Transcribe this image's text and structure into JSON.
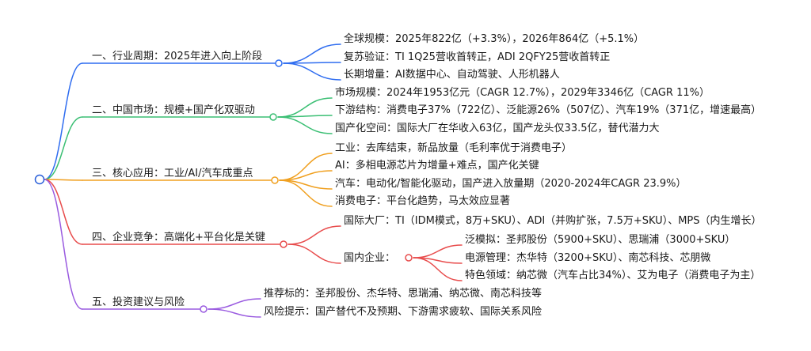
{
  "colors": {
    "root": "#2b5fd9",
    "branch1": "#2f6df0",
    "branch2": "#3bbf74",
    "branch3": "#f0a020",
    "branch4": "#e84c4c",
    "branch5": "#9a5be0"
  },
  "branches": [
    {
      "label": "一、行业周期：2025年进入向上阶段",
      "children": [
        "全球规模：2025年822亿（+3.3%），2026年864亿（+5.1%）",
        "复苏验证：TI 1Q25营收首转正，ADI 2QFY25营收首转正",
        "长期增量：AI数据中心、自动驾驶、人形机器人"
      ]
    },
    {
      "label": "二、中国市场：规模+国产化双驱动",
      "children": [
        "市场规模：2024年1953亿元（CAGR 12.7%），2029年3346亿（CAGR 11%）",
        "下游结构：消费电子37%（722亿）、泛能源26%（507亿）、汽车19%（371亿，增速最高）",
        "国产化空间：国际大厂在华收入63亿，国产龙头仅33.5亿，替代潜力大"
      ]
    },
    {
      "label": "三、核心应用：工业/AI/汽车成重点",
      "children": [
        "工业：去库结束，新品放量（毛利率优于消费电子）",
        "AI：多相电源芯片为增量+难点，国产化关键",
        "汽车：电动化/智能化驱动，国产进入放量期（2020-2024年CAGR 23.9%）",
        "消费电子：平台化趋势，马太效应显著"
      ]
    },
    {
      "label": "四、企业竞争：高端化+平台化是关键",
      "children": [
        "国际大厂：TI（IDM模式，8万+SKU）、ADI（并购扩张，7.5万+SKU）、MPS（内生增长）",
        "国内企业："
      ],
      "sub": [
        "泛模拟：圣邦股份（5900+SKU）、思瑞浦（3000+SKU）",
        "电源管理：杰华特（3200+SKU）、南芯科技、芯朋微",
        "特色领域：纳芯微（汽车占比34%）、艾为电子（消费电子为主）"
      ]
    },
    {
      "label": "五、投资建议与风险",
      "children": [
        "推荐标的：圣邦股份、杰华特、思瑞浦、纳芯微、南芯科技等",
        "风险提示：国产替代不及预期、下游需求疲软、国际关系风险"
      ]
    }
  ]
}
